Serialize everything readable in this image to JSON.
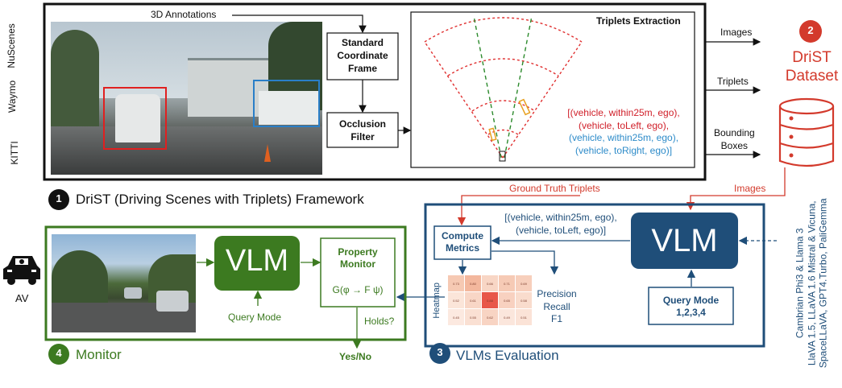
{
  "side_labels": {
    "nuscenes": "NuScenes",
    "waymo": "Waymo",
    "kitti": "KITTI",
    "av": "AV"
  },
  "top": {
    "annotations_label": "3D Annotations",
    "coordinate_box": [
      "Standard",
      "Coordinate",
      "Frame"
    ],
    "occlusion_box": [
      "Occlusion",
      "Filter"
    ],
    "triplets_title": "Triplets Extraction",
    "triplets": [
      {
        "text": "[(vehicle, within25m, ego),",
        "color": "#d0202a"
      },
      {
        "text": "(vehicle, toLeft, ego),",
        "color": "#d0202a"
      },
      {
        "text": "(vehicle, within25m, ego),",
        "color": "#2d8bc9"
      },
      {
        "text": "(vehicle, toRight, ego)]",
        "color": "#2d8bc9"
      }
    ]
  },
  "outputs": {
    "images": "Images",
    "triplets": "Triplets",
    "bounding_boxes": [
      "Bounding",
      "Boxes"
    ]
  },
  "dataset": {
    "number": "2",
    "title": [
      "DriST",
      "Dataset"
    ]
  },
  "framework": {
    "number": "1",
    "title": "DriST (Driving Scenes with Triplets) Framework"
  },
  "links": {
    "ground_truth": "Ground Truth Triplets",
    "images": "Images"
  },
  "evaluation": {
    "number": "3",
    "title": "VLMs Evaluation",
    "vlm_label": "VLM",
    "compute_metrics": [
      "Compute",
      "Metrics"
    ],
    "predicted_triplets": [
      "[(vehicle, within25m, ego),",
      "(vehicle, toLeft, ego)]"
    ],
    "query_mode": [
      "Query Mode",
      "1,2,3,4"
    ],
    "heatmap_label": "Heatmap",
    "metrics": [
      "Precision",
      "Recall",
      "F1"
    ],
    "heatmap_values": [
      "0.73",
      "0.80",
      "0.66",
      "0.71",
      "0.69",
      "0.52",
      "0.61",
      "0.88",
      "0.65",
      "0.58",
      "0.45",
      "0.55",
      "0.62",
      "0.49",
      "0.51"
    ],
    "heatmap_colors": [
      "#f6c9b3",
      "#f3b79d",
      "#f8d6c5",
      "#f6cab5",
      "#f7cfbc",
      "#fbe5d9",
      "#f8d6c6",
      "#e8574a",
      "#f8d1c0",
      "#f9dccd",
      "#fce9e0",
      "#fae0d3",
      "#f8d4c3",
      "#fbe6dc",
      "#fbe3d7"
    ]
  },
  "models": [
    "Cambrian Phi3 & Llama 3",
    "LlaVA 1.5, LLaVA 1.6 Mistral & Vicuna,",
    "SpaceLLaVA, GPT4.Turbo, PaliGemma"
  ],
  "monitor": {
    "number": "4",
    "title": "Monitor",
    "vlm_label": "VLM",
    "query_mode": "Query Mode",
    "property_monitor": [
      "Property",
      "Monitor"
    ],
    "formula": "G(φ → F ψ)",
    "holds": "Holds?",
    "result": "Yes/No"
  },
  "colors": {
    "red": "#d33a2c",
    "green": "#3c7a20",
    "blue": "#1f4e79",
    "dark_green": "#2b6419",
    "navy": "#174a72"
  }
}
